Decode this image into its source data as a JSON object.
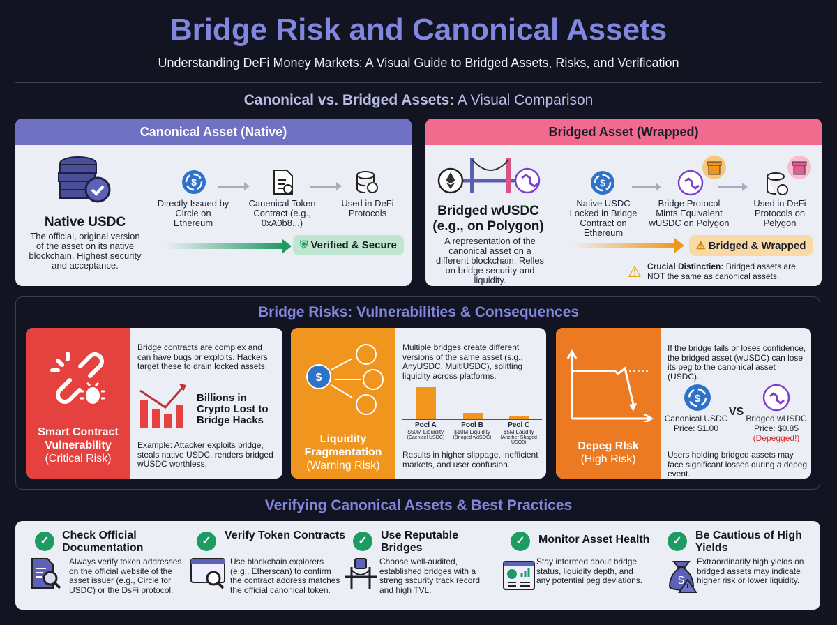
{
  "header": {
    "title": "Bridge Risk and Canonical Assets",
    "subtitle": "Understanding DeFi Money Markets: A Visual Guide to Bridged Assets, Risks, and Verification"
  },
  "comparison": {
    "heading_bold": "Canonical vs. Bridged Assets:",
    "heading_rest": " A Visual Comparison",
    "canonical": {
      "header": "Canonical Asset (Native)",
      "name": "Native USDC",
      "desc": "The official, original version of the asset on its native blockchain. Highest security and acceptance.",
      "steps": [
        "Directly Issued by Circle on Ethereum",
        "Canenical Token Contract (e.g., 0xA0b8...)",
        "Used in DeFi Protocols"
      ],
      "badge": "Verified & Secure"
    },
    "bridged": {
      "header": "Bridged Asset (Wrapped)",
      "name": "Bridged wUSDC (e.g., on Polygon)",
      "desc": "A representation of the canonical asset on a different blockchain. Relles on brldge security and liquidity.",
      "steps": [
        "Native USDC Locked in Bridge Contract on Ethereum",
        "Bridge Protocol Mints Equivalent wUSDC on Polygon",
        "Used in DeFi Protocols on Pelygon"
      ],
      "badge": "Bridged & Wrapped",
      "note_bold": "Crucial Distinctien:",
      "note_rest": " Bridged assets are NOT the same as canonical assets."
    }
  },
  "risks": {
    "heading": "Bridge Risks: Vulnerabilities & Consequences",
    "smart": {
      "title": "Smart Contract Vulnerability",
      "level": "(Critical Risk)",
      "text": "Bridge contracts are complex and can have bugs or exploits. Hackers target these to drain locked assets.",
      "stat": "Billions in Crypto Lost to Bridge Hacks",
      "example": "Example: Attacker exploits bridge, steals native USDC, renders bridged wUSDC worthless."
    },
    "liquidity": {
      "title": "Liquidity Fragmentation",
      "level": "(Warning Risk)",
      "text": "Multiple bridges create different versions of the same asset (s.g., AnyUSDC, MultlUSDC), splitting liquidity across platforms.",
      "pools": [
        {
          "name": "Pocl A",
          "liq": "$50M Liquidity",
          "sub": "(Caenicel USDC)",
          "value": 50
        },
        {
          "name": "Pool B",
          "liq": "$10M Liquidity",
          "sub": "(Brloged wdSOC)",
          "value": 10
        },
        {
          "name": "Peol C",
          "liq": "$5M Laudity",
          "sub": "(Ancther Shaged USO0)",
          "value": 5
        }
      ],
      "result": "Results in higher slippage, inefficient markets, and user confusion."
    },
    "depeg": {
      "title": "Depeg Rlsk",
      "level": "(High Risk)",
      "text": "If the bridge fails or loses confidence, the bridged asset (wUSDC) can lose its peg to the canonical asset (USDC).",
      "left_label": "Canonical USDC",
      "left_price": "Price: $1.00",
      "vs": "VS",
      "right_label": "Bridged wUSDC",
      "right_price": "Price: $0.85",
      "right_status": "(Depegged!)",
      "footer": "Users holding bridged assets may face significant losses during a depeg event."
    }
  },
  "practices": {
    "heading": "Verifying Canonical Assets & Best Practices",
    "items": [
      {
        "title": "Check Official Documentation",
        "text": "Always verify token addresses on the official website of the asset issuer (e.g., Circle for USDC) or the DsFi protocol."
      },
      {
        "title": "Verify Token Contracts",
        "text": "Use blockchain explorers (e.g., Etherscan) to confirm the contract address matches the official canonical token."
      },
      {
        "title": "Use Reputable Bridges",
        "text": "Choose well-audited, established bridges with a streng sscurity track record and high TVL."
      },
      {
        "title": "Monitor Asset Health",
        "text": "Stay informed about bridge status, liquidity depth, and any potential peg deviations."
      },
      {
        "title": "Be Cautious of High Yields",
        "text": "Extraordinarily high yields on bridged assets may indicate higher risk or lower liquidity."
      }
    ]
  },
  "colors": {
    "accent": "#8186df",
    "canonical": "#6f72c4",
    "bridged": "#f06b8e",
    "critical": "#e5413e",
    "warning": "#f0961e",
    "high": "#ec7a22",
    "success": "#1e9a63"
  }
}
